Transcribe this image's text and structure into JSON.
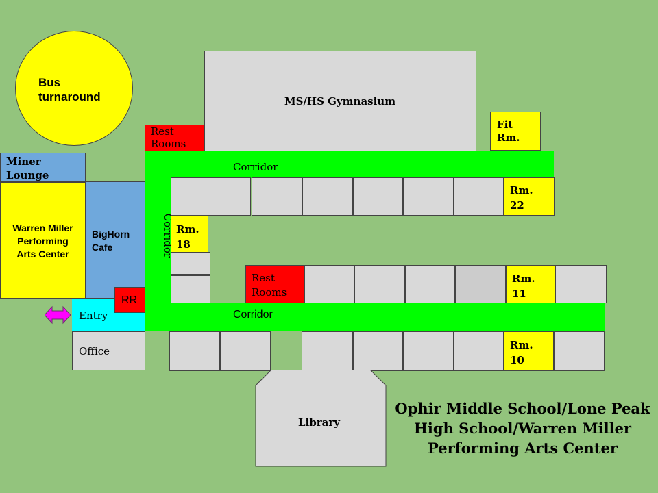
{
  "title": "Ophir Middle School/Lone Peak\nHigh School/Warren Miller\nPerforming Arts Center",
  "areas": {
    "bus_turnaround": "Bus\nturnaround",
    "gymnasium": "MS/HS Gymnasium",
    "fit_room": "Fit\nRm.",
    "rest_rooms_upper": "Rest\nRooms",
    "rest_rooms_lower": "Rest\nRooms",
    "miner_lounge": "Miner\nLounge",
    "performing_arts": "Warren Miller\nPerforming\nArts Center",
    "bighorn_cafe": "BigHorn\nCafe",
    "rr": "RR",
    "entry": "Entry",
    "office": "Office",
    "library": "Library",
    "corridor_top": "Corridor",
    "corridor_side": "Corridor",
    "corridor_bottom": "Corridor",
    "rm22": "Rm.\n22",
    "rm18": "Rm.\n18",
    "rm11": "Rm.\n11",
    "rm10": "Rm.\n10"
  },
  "colors": {
    "background": "#93c47d",
    "corridor": "#00ff00",
    "room": "#d9d9d9",
    "highlight": "#ffff00",
    "restroom": "#ff0000",
    "cafe": "#6fa8dc",
    "entry": "#00ffff",
    "entry_arrow": "#ff00ff"
  },
  "icons": {
    "entry_arrow": "double-arrow-icon"
  }
}
